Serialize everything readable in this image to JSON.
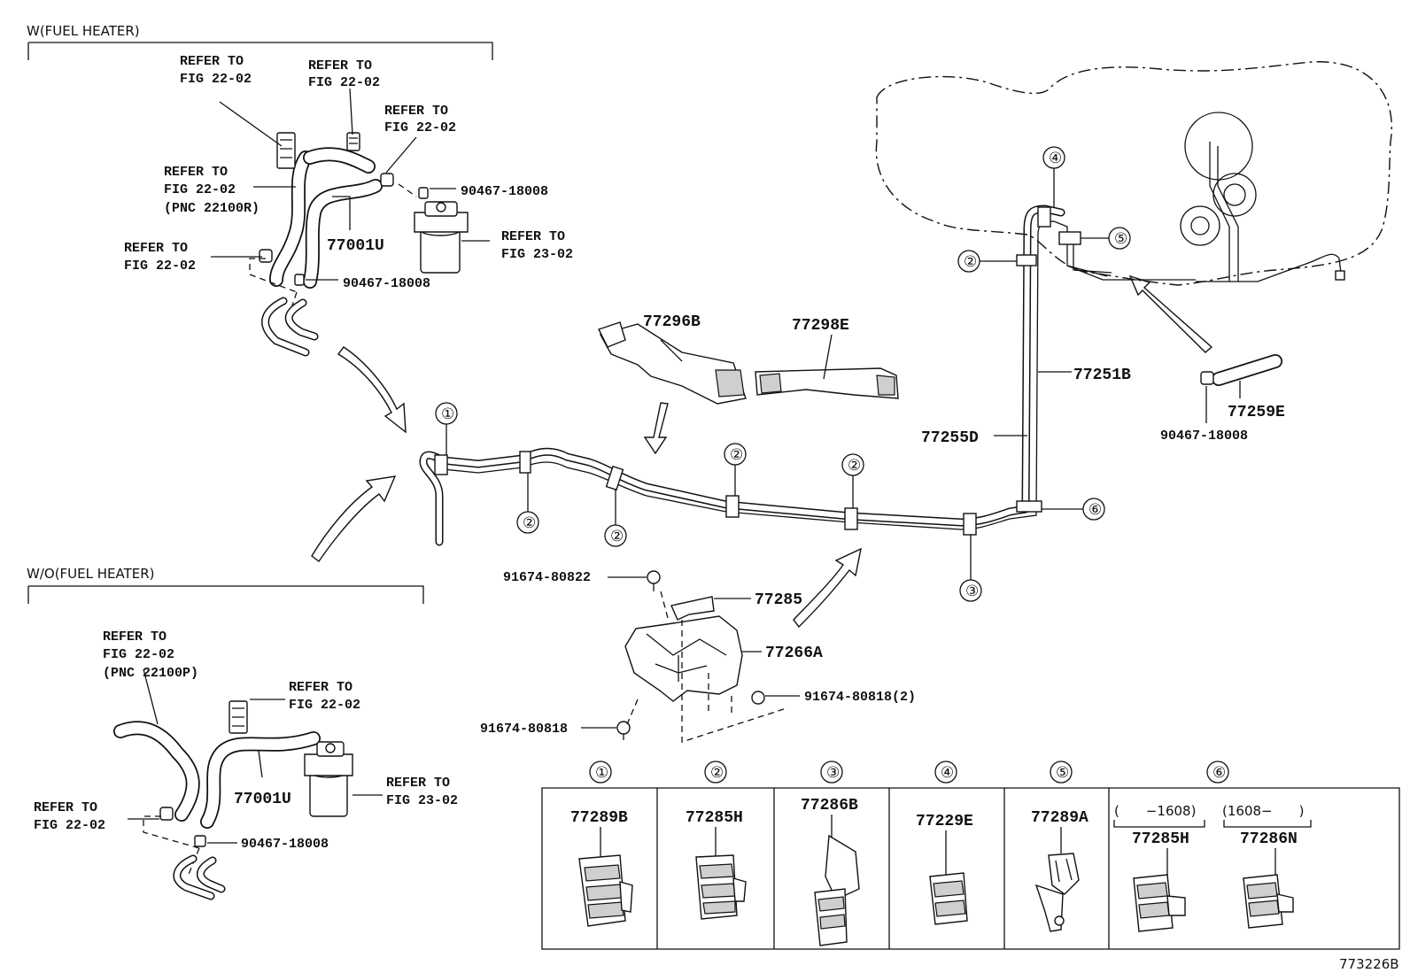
{
  "sections": {
    "with_heater": "W(FUEL HEATER)",
    "without_heater": "W/O(FUEL HEATER)"
  },
  "refs": {
    "r1": [
      "REFER TO",
      "FIG 22-02"
    ],
    "r2": [
      "REFER TO",
      "FIG 22-02"
    ],
    "r3": [
      "REFER TO",
      "FIG 22-02"
    ],
    "r4": [
      "REFER TO",
      "FIG 22-02",
      "(PNC 22100R)"
    ],
    "r5": [
      "REFER TO",
      "FIG 22-02"
    ],
    "r6": [
      "REFER TO",
      "FIG 23-02"
    ],
    "r7": [
      "REFER TO",
      "FIG 22-02",
      "(PNC 22100P)"
    ],
    "r8": [
      "REFER TO",
      "FIG 22-02"
    ],
    "r9": [
      "REFER TO",
      "FIG 22-02"
    ],
    "r10": [
      "REFER TO",
      "FIG 23-02"
    ]
  },
  "parts": {
    "hose_with": "77001U",
    "hose_without": "77001U",
    "clip_a": "90467-18008",
    "clip_b": "90467-18008",
    "clip_c": "90467-18008",
    "clip_d": "90467-18008",
    "protector1": "77296B",
    "protector2": "77298E",
    "tube1": "77251B",
    "tube2": "77255D",
    "hose_short": "77259E",
    "bracket": "77285",
    "cover": "77266A",
    "bolt1": "91674-80822",
    "bolt2": "91674-80818(2)",
    "bolt3": "91674-80818"
  },
  "callouts": [
    "①",
    "②",
    "③",
    "④",
    "⑤",
    "⑥"
  ],
  "legend": {
    "columns": [
      {
        "num": "①",
        "part": "77289B"
      },
      {
        "num": "②",
        "part": "77285H"
      },
      {
        "num": "③",
        "part": "77286B"
      },
      {
        "num": "④",
        "part": "77229E"
      },
      {
        "num": "⑤",
        "part": "77289A"
      },
      {
        "num": "⑥",
        "sub": [
          {
            "range": "(　　−1608)",
            "part": "77285H"
          },
          {
            "range": "(1608−　　)",
            "part": "77286N"
          }
        ]
      }
    ]
  },
  "figure_id": "773226B"
}
